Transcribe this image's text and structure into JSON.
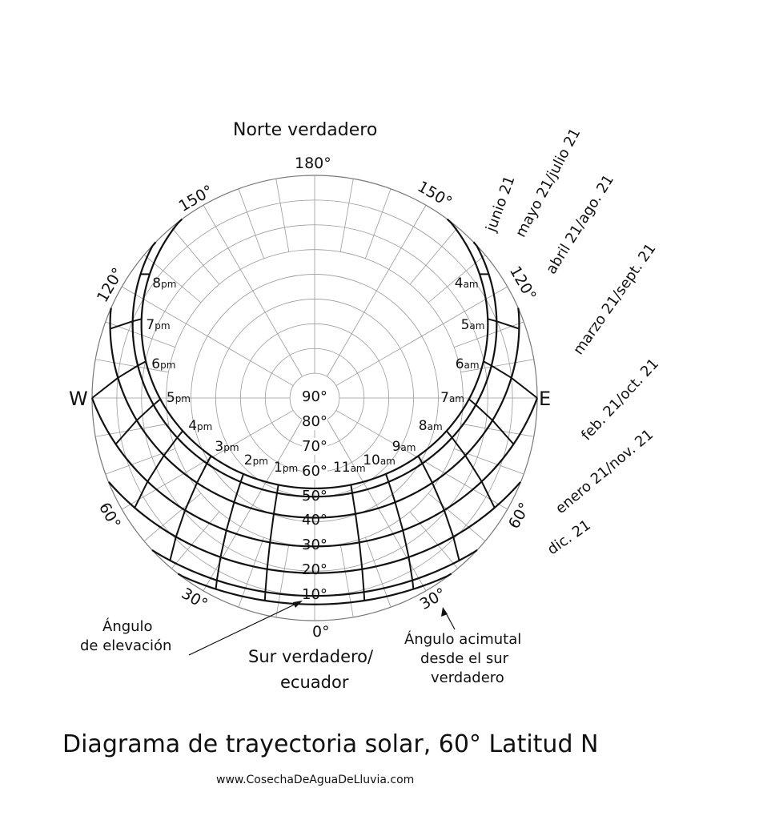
{
  "title": "Diagrama de trayectoria solar, 60° Latitud N",
  "url": "www.CosechaDeAguaDeLluvia.com",
  "north_label": "Norte verdadero",
  "south_label_1": "Sur verdadero/",
  "south_label_2": "ecuador",
  "west": "W",
  "east": "E",
  "elev_label_1": "Ángulo",
  "elev_label_2": "de elevación",
  "azim_label_1": "Ángulo acimutal",
  "azim_label_2": "desde el sur",
  "azim_label_3": "verdadero",
  "azimuth_ticks": {
    "a180": "180°",
    "w150": "150°",
    "e150": "150°",
    "w120": "120°",
    "e120": "120°",
    "w60": "60°",
    "e60": "60°",
    "w30": "30°",
    "e30": "30°",
    "a0": "0°"
  },
  "elevation_ticks": [
    "90°",
    "80°",
    "70°",
    "60°",
    "50°",
    "40°",
    "30°",
    "20°",
    "10°"
  ],
  "chart_data": {
    "type": "polar-sunpath",
    "latitude": 60,
    "dates": [
      {
        "label": "junio 21",
        "declination": 23.44
      },
      {
        "label": "mayo 21/julio 21",
        "declination": 20.1
      },
      {
        "label": "abril 21/ago. 21",
        "declination": 11.6
      },
      {
        "label": "marzo 21/sept. 21",
        "declination": 0
      },
      {
        "label": "feb. 21/oct. 21",
        "declination": -10.8
      },
      {
        "label": "enero 21/nov. 21",
        "declination": -20.0
      },
      {
        "label": "dic. 21",
        "declination": -23.44
      }
    ],
    "hours": [
      {
        "h": 4,
        "n": "4",
        "s": "am"
      },
      {
        "h": 5,
        "n": "5",
        "s": "am"
      },
      {
        "h": 6,
        "n": "6",
        "s": "am"
      },
      {
        "h": 7,
        "n": "7",
        "s": "am"
      },
      {
        "h": 8,
        "n": "8",
        "s": "am"
      },
      {
        "h": 9,
        "n": "9",
        "s": "am"
      },
      {
        "h": 10,
        "n": "10",
        "s": "am"
      },
      {
        "h": 11,
        "n": "11",
        "s": "am"
      },
      {
        "h": 13,
        "n": "1",
        "s": "pm"
      },
      {
        "h": 14,
        "n": "2",
        "s": "pm"
      },
      {
        "h": 15,
        "n": "3",
        "s": "pm"
      },
      {
        "h": 16,
        "n": "4",
        "s": "pm"
      },
      {
        "h": 17,
        "n": "5",
        "s": "pm"
      },
      {
        "h": 18,
        "n": "6",
        "s": "pm"
      },
      {
        "h": 19,
        "n": "7",
        "s": "pm"
      },
      {
        "h": 20,
        "n": "8",
        "s": "pm"
      }
    ]
  }
}
